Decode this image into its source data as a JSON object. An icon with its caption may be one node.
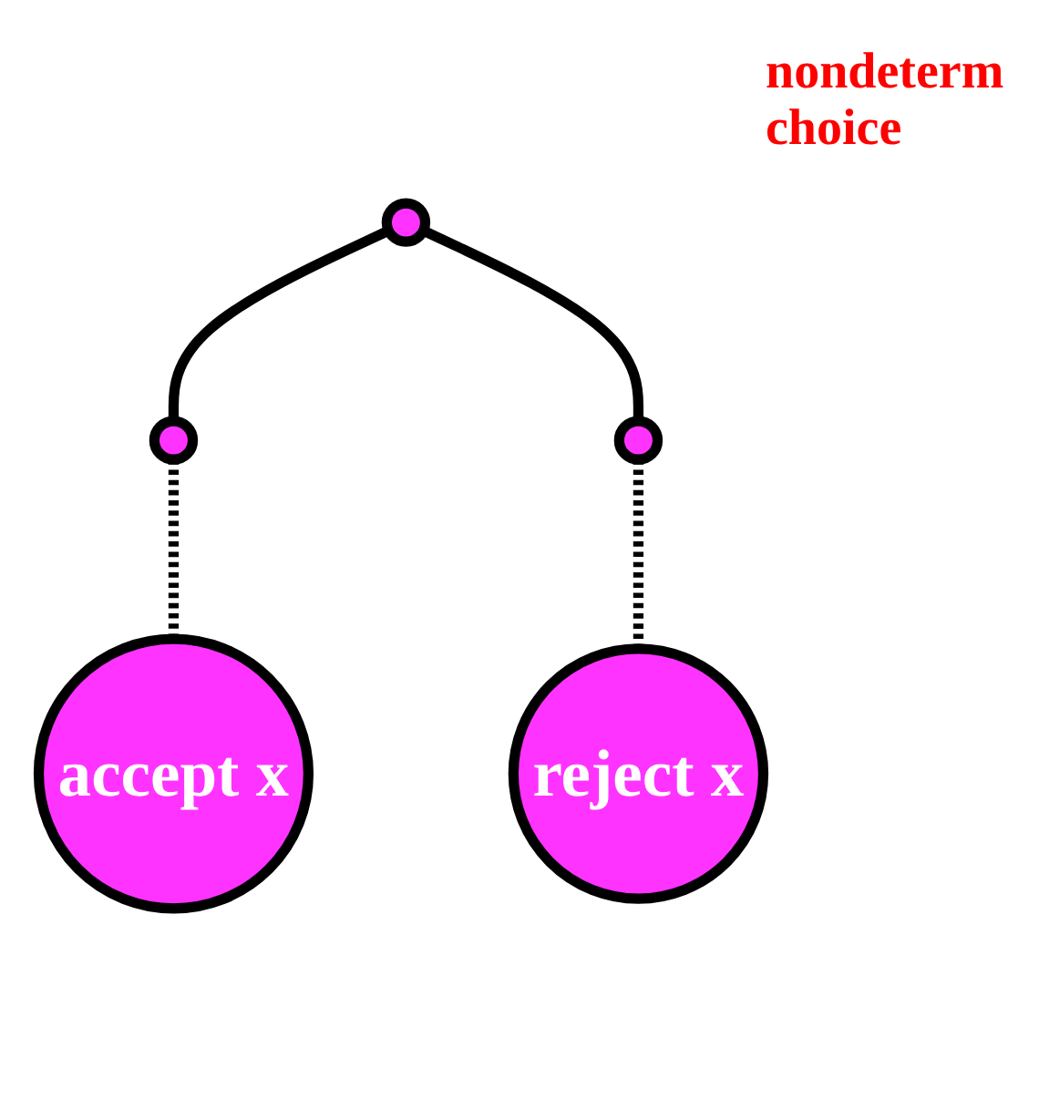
{
  "diagram": {
    "nodes": [
      {
        "text": [],
        "shape": "circle"
      },
      {
        "text": [],
        "shape": "circle"
      },
      {
        "text": [],
        "shape": "circle"
      },
      {
        "text": [
          "accept x"
        ]
      },
      {
        "text": [
          "reject x"
        ]
      }
    ],
    "edges": [
      {
        "from": 0,
        "to": 1,
        "arrow": "none"
      },
      {
        "from": 0,
        "to": 2,
        "arrow": "none"
      },
      {
        "from": 1,
        "to": 3,
        "arrow": "none",
        "style": "dashed"
      },
      {
        "from": 2,
        "to": 4,
        "arrow": "none",
        "style": "dashed"
      }
    ],
    "labels": [
      "nondeterm choice"
    ]
  }
}
